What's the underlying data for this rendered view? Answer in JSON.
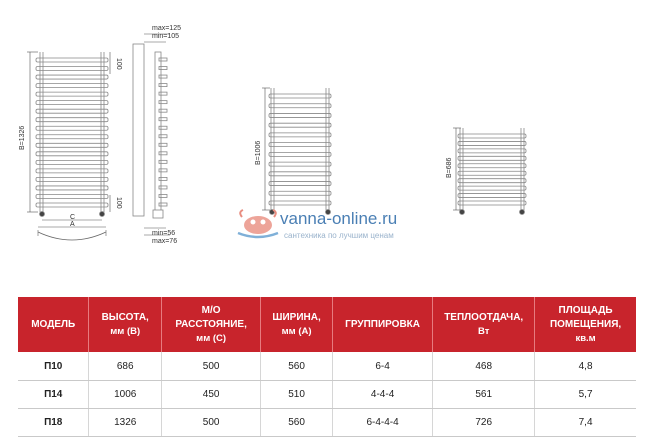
{
  "drawings": {
    "p18": {
      "height_label": "B=1326",
      "offset_top": "100",
      "offset_bottom": "100",
      "c_label": "C",
      "a_label": "A",
      "max_label": "max=125",
      "min_label": "min=105",
      "min2_label": "min=56",
      "max2_label": "max=76"
    },
    "p14": {
      "height_label": "B=1006"
    },
    "p10": {
      "height_label": "B=686"
    }
  },
  "watermark": {
    "site": "vanna-online.ru",
    "tagline": "сантехника по лучшим ценам"
  },
  "table": {
    "headers": [
      {
        "main": "МОДЕЛЬ",
        "sub": ""
      },
      {
        "main": "ВЫСОТА,",
        "sub": "мм (В)"
      },
      {
        "main": "М/О РАССТОЯНИЕ,",
        "sub": "мм (С)"
      },
      {
        "main": "ШИРИНА,",
        "sub": "мм (А)"
      },
      {
        "main": "ГРУППИРОВКА",
        "sub": ""
      },
      {
        "main": "ТЕПЛООТДАЧА,",
        "sub": "Вт"
      },
      {
        "main": "ПЛОЩАДЬ ПОМЕЩЕНИЯ,",
        "sub": "кв.м"
      }
    ],
    "rows": [
      [
        "П10",
        "686",
        "500",
        "560",
        "6-4",
        "468",
        "4,8"
      ],
      [
        "П14",
        "1006",
        "450",
        "510",
        "4-4-4",
        "561",
        "5,7"
      ],
      [
        "П18",
        "1326",
        "500",
        "560",
        "6-4-4-4",
        "726",
        "7,4"
      ]
    ]
  },
  "colors": {
    "header_bg": "#c8242c",
    "frame": "#8c8c8c"
  }
}
